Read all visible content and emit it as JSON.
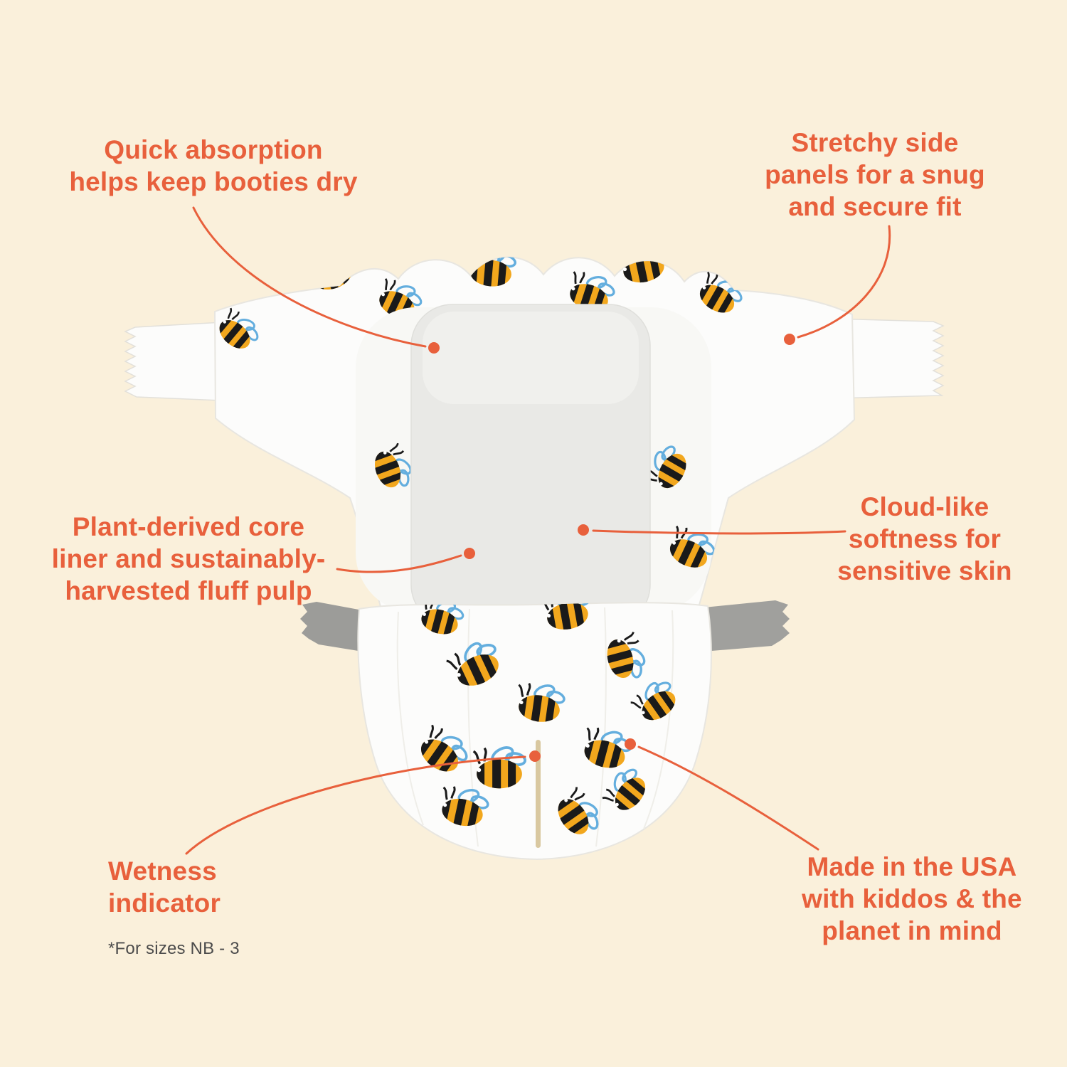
{
  "colors": {
    "accent": "#E8603C",
    "background": "#FAF0DB",
    "bee_yellow": "#F2A71D",
    "wing_blue": "#64AEDE",
    "tab_gray": "#9C9C99",
    "wetness_tan": "#D9C8A0"
  },
  "callouts": {
    "quick_absorption": {
      "label": "Quick absorption\nhelps keep booties dry"
    },
    "stretchy_panels": {
      "label": "Stretchy side\npanels for a snug\nand secure fit"
    },
    "plant_core": {
      "label": "Plant-derived core\nliner and sustainably-\nharvested fluff pulp"
    },
    "cloud_softness": {
      "label": "Cloud-like\nsoftness for\nsensitive skin"
    },
    "wetness_indicator": {
      "label": "Wetness\nindicator",
      "note": "*For sizes NB - 3"
    },
    "made_in_usa": {
      "label": "Made in the USA\nwith kiddos & the\nplanet in mind"
    }
  }
}
